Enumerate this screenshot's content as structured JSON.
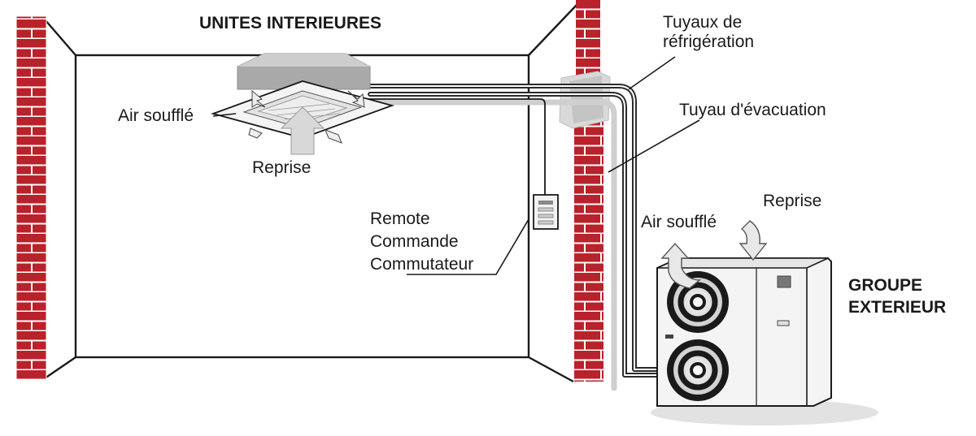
{
  "labels": {
    "indoor_units": "UNITES INTERIEURES",
    "supply_air_indoor": "Air soufflé",
    "return_indoor": "Reprise",
    "refrigeration_pipes": [
      "Tuyaux de",
      "réfrigération"
    ],
    "drain_pipe": "Tuyau d'évacuation",
    "remote": [
      "Remote",
      "Commande",
      "Commutateur"
    ],
    "return_outdoor": "Reprise",
    "supply_air_outdoor": "Air soufflé",
    "outdoor_unit": [
      "GROUPE",
      "EXTERIEUR"
    ]
  },
  "colors": {
    "brick": "#b8222a",
    "mortar": "#ffffff",
    "outline": "#1a1a1a",
    "unit_body": "#f4f4f4",
    "cassette_top": "#a9a9a9",
    "pipe": "#2b2b2b",
    "drain_pipe": "#cfcfcf"
  }
}
